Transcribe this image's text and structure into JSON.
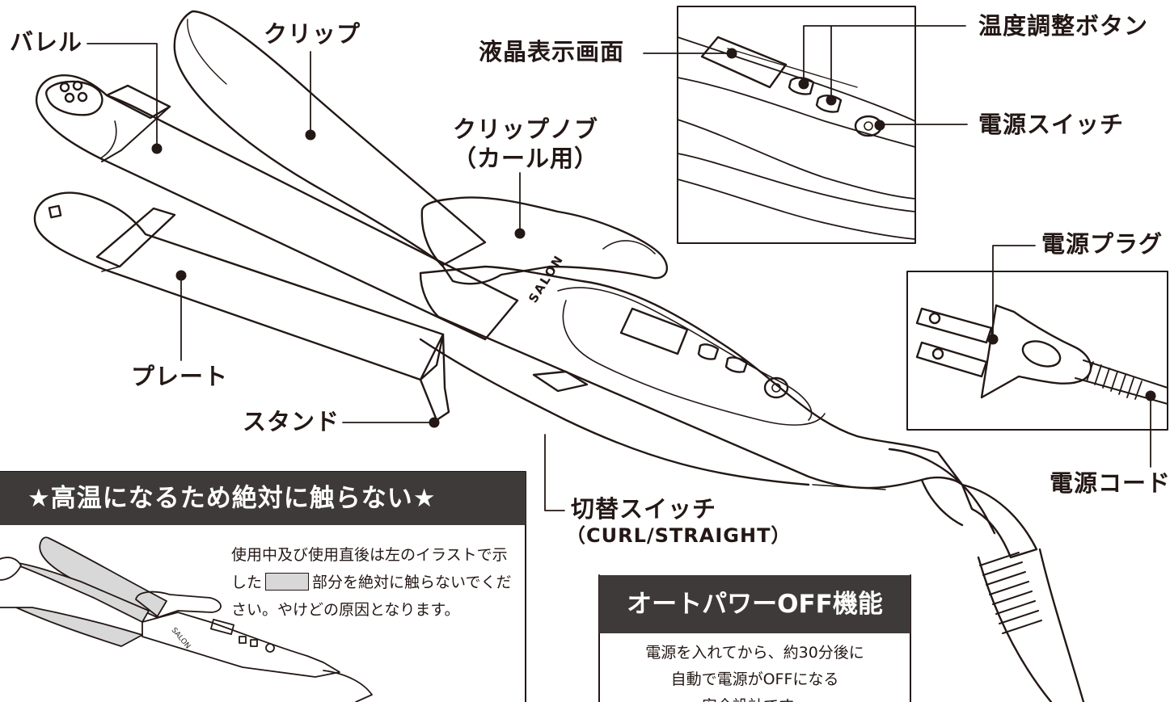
{
  "labels": {
    "barrel": "バレル",
    "clip": "クリップ",
    "clip_knob_line1": "クリップノブ",
    "clip_knob_line2": "（カール用）",
    "plate": "プレート",
    "stand": "スタンド",
    "switch_line1": "切替スイッチ",
    "switch_line2": "（CURL/STRAIGHT）",
    "lcd": "液晶表示画面",
    "temp_button": "温度調整ボタン",
    "power_switch": "電源スイッチ",
    "power_plug": "電源プラグ",
    "power_cord": "電源コード"
  },
  "logo": "SALON",
  "warning": {
    "title": "★高温になるため絶対に触らない★",
    "text_before": "使用中及び使用直後は左のイラストで示した",
    "text_after": "部分を絶対に触らないでください。やけどの原因となります。"
  },
  "auto_power": {
    "title": "オートパワーOFF機能",
    "line1": "電源を入れてから、約30分後に",
    "line2": "自動で電源がOFFになる",
    "line3": "安全設計です。"
  },
  "colors": {
    "ink": "#231815",
    "dark_box": "#3e3a39",
    "hot_area": "#d8d8d8"
  }
}
